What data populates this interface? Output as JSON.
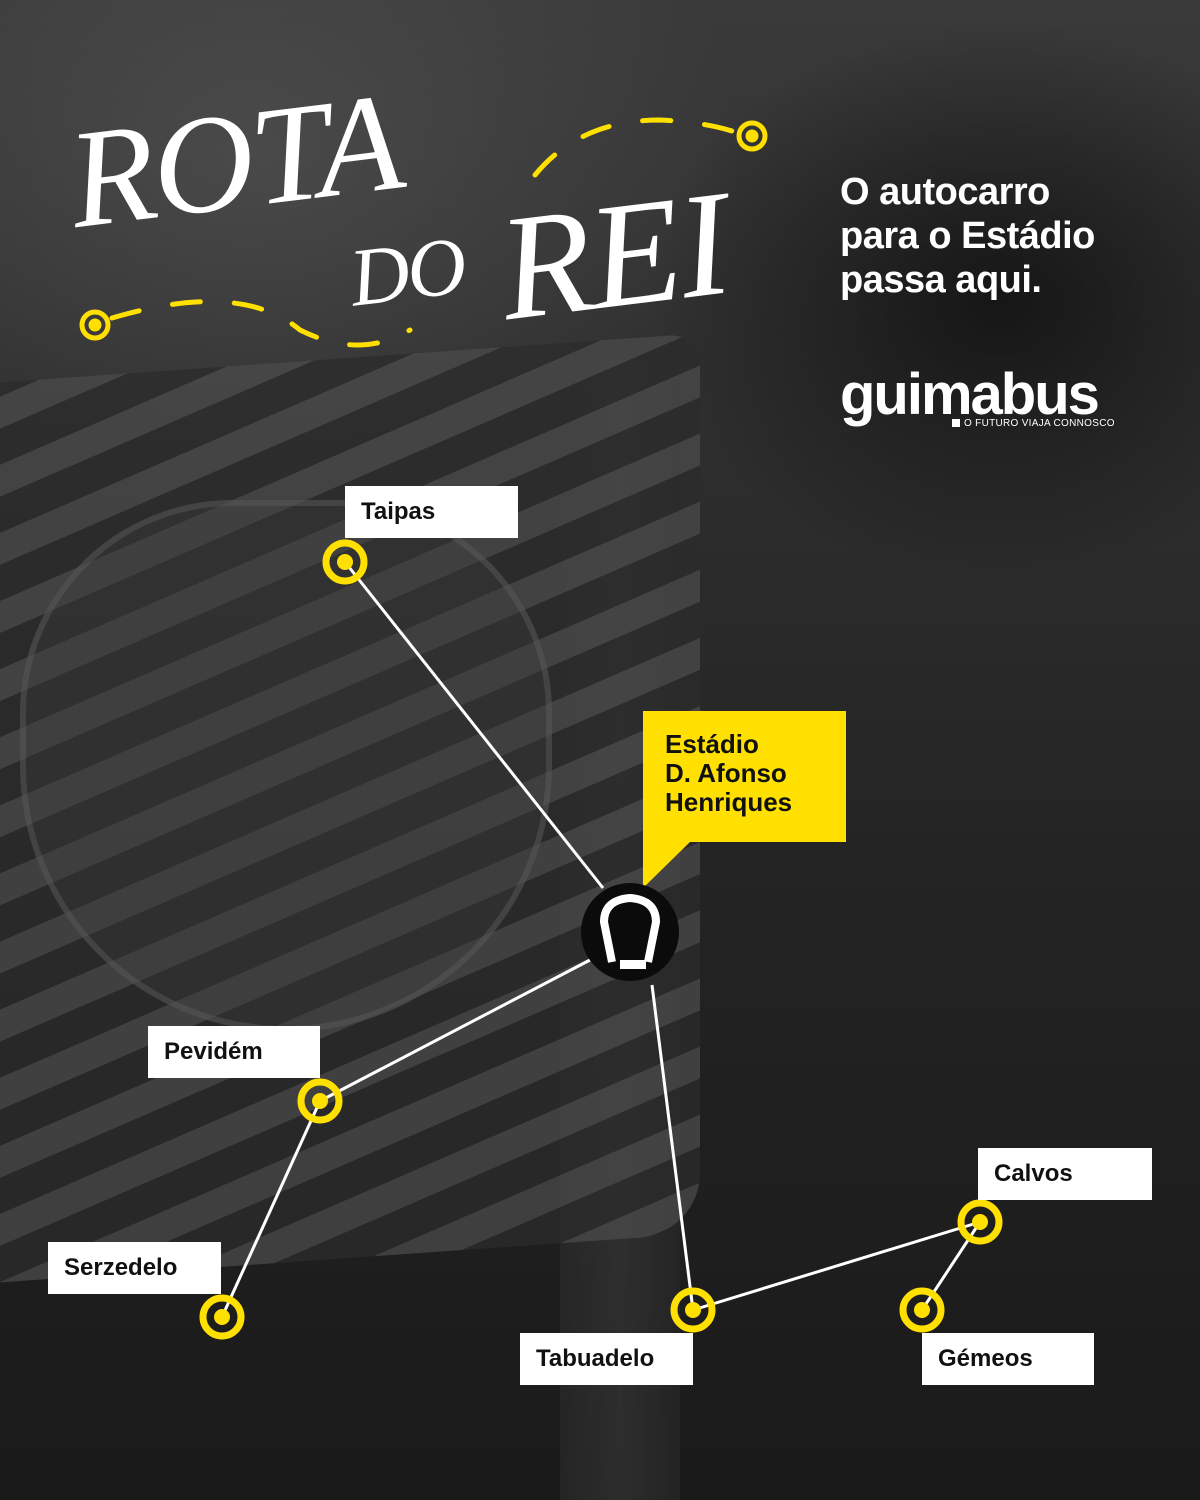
{
  "title": {
    "line1": "ROTA",
    "line2a": "DO",
    "line2b": "REI"
  },
  "tagline": {
    "line1": "O autocarro",
    "line2": "para o Estádio",
    "line3": "passa aqui."
  },
  "brand": {
    "name": "guimabus",
    "slogan": "O FUTURO VIAJA CONNOSCO"
  },
  "colors": {
    "accent": "#ffe000",
    "label_bg": "#ffffff",
    "line": "#ffffff"
  },
  "hub": {
    "name_line1": "Estádio",
    "name_line2": "D. Afonso",
    "name_line3": "Henriques",
    "icon": "stadium-icon"
  },
  "stops": [
    {
      "name": "Taipas"
    },
    {
      "name": "Pevidém"
    },
    {
      "name": "Serzedelo"
    },
    {
      "name": "Tabuadelo"
    },
    {
      "name": "Calvos"
    },
    {
      "name": "Gémeos"
    }
  ]
}
